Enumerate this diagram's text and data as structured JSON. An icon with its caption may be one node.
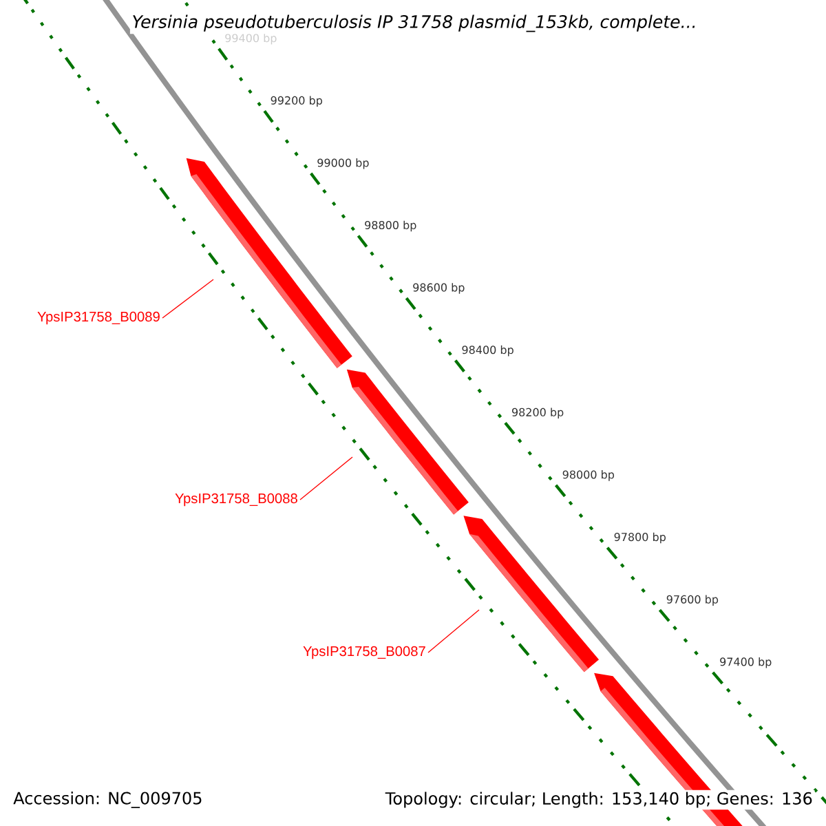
{
  "diagram": {
    "title": "*Yersinia pseudotuberculosis* IP 31758 plasmid_153kb, complete...",
    "nodes": [
      {
        "text": [
          "YpsIP31758_B0089"
        ]
      },
      {
        "text": [
          "YpsIP31758_B0088"
        ]
      },
      {
        "text": [
          "YpsIP31758_B0087"
        ]
      }
    ],
    "edges": [
      {
        "from": 0,
        "to": null,
        "arrow": "none",
        "color": "#ff0000"
      },
      {
        "from": 1,
        "to": null,
        "arrow": "none",
        "color": "#ff0000"
      },
      {
        "from": 2,
        "to": null,
        "arrow": "none",
        "color": "#ff0000"
      }
    ],
    "labels": [
      "99400 bp",
      "99200 bp",
      "99000 bp",
      "98800 bp",
      "98600 bp",
      "98400 bp",
      "98200 bp",
      "98000 bp",
      "97800 bp",
      "97600 bp",
      "97400 bp",
      "Accession: NC_009705",
      "Topology: circular; Length: 153,140 bp; Genes: 136"
    ]
  }
}
